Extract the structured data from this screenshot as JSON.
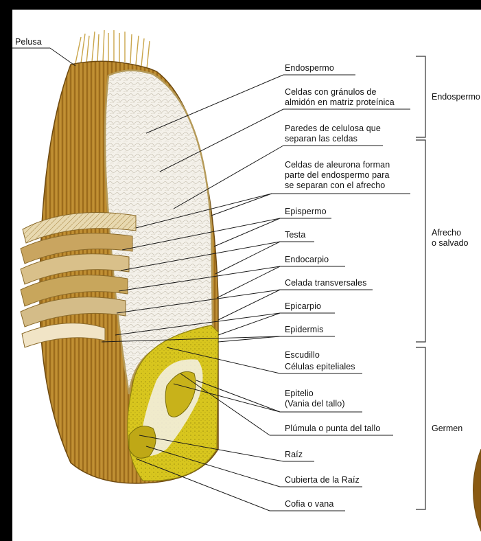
{
  "top_left_label": "Pelusa",
  "callouts": {
    "endospermo": "Endospermo",
    "celdas_granulos_1": "Celdas con gránulos de",
    "celdas_granulos_2": "almidón en matriz proteínica",
    "paredes_1": "Paredes de celulosa que",
    "paredes_2": "separan las celdas",
    "aleurona_1": "Celdas de aleurona forman",
    "aleurona_2": "parte del endospermo para",
    "aleurona_3": "se separan con el afrecho",
    "epispermo": "Epispermo",
    "testa": "Testa",
    "endocarpio": "Endocarpio",
    "celada": "Celada transversales",
    "epicarpio": "Epicarpio",
    "epidermis": "Epidermis",
    "escudillo": "Escudillo",
    "celulas_epiteliales": "Células epiteliales",
    "epitelio": "Epitelio",
    "vania": "(Vania del tallo)",
    "plumula": "Plúmula o punta del tallo",
    "raiz": "Raíz",
    "cubierta": "Cubierta de la Raíz",
    "cofia": "Cofia o vana"
  },
  "groups": {
    "endospermo": "Endospermo",
    "afrecho_1": "Afrecho",
    "afrecho_2": "o salvado",
    "germen": "Germen"
  },
  "colors": {
    "husk": "#b8862c",
    "husk_dark": "#8a5a12",
    "endosperm": "#f4f1ea",
    "germ": "#d8c61e",
    "line": "#1a1a1a"
  }
}
